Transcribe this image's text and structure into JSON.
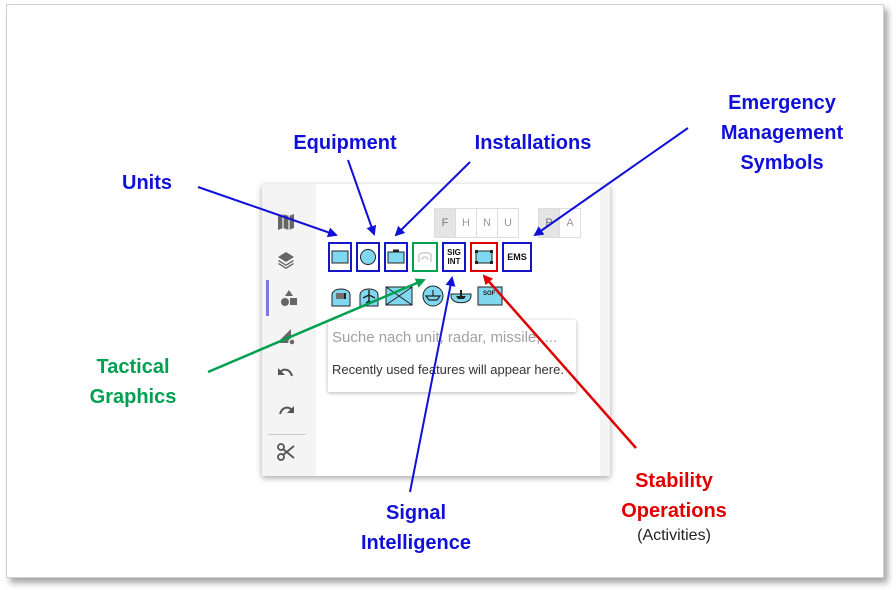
{
  "annotations": {
    "units": "Units",
    "equipment": "Equipment",
    "installations": "Installations",
    "ems_line1": "Emergency",
    "ems_line2": "Management",
    "ems_line3": "Symbols",
    "tactical_line1": "Tactical",
    "tactical_line2": "Graphics",
    "sigint_line1": "Signal",
    "sigint_line2": "Intelligence",
    "stability_line1": "Stability",
    "stability_line2": "Operations",
    "stability_sub": "(Activities)"
  },
  "colors": {
    "annotation_blue": "#1010d8",
    "annotation_green": "#00a050",
    "annotation_red": "#e00000",
    "symbol_fill": "#80d8f0"
  },
  "sidebar": {
    "items": [
      {
        "icon": "map-icon"
      },
      {
        "icon": "layers-icon"
      },
      {
        "icon": "shapes-icon",
        "active": true
      },
      {
        "icon": "draw-settings-icon"
      },
      {
        "icon": "undo-icon"
      },
      {
        "icon": "redo-icon"
      },
      {
        "icon": "scissors-icon"
      }
    ]
  },
  "affiliation": {
    "options": [
      "F",
      "H",
      "N",
      "U"
    ],
    "selected": "F"
  },
  "status": {
    "options": [
      "P",
      "A"
    ],
    "selected": "P"
  },
  "categories": {
    "sigint_label_1": "SIG",
    "sigint_label_2": "INT",
    "ems_label": "EMS"
  },
  "symbols": {
    "sof_label": "SOF"
  },
  "search": {
    "placeholder": "Suche nach unit, radar, missile, ...",
    "empty_hint": "Recently used features will appear here."
  }
}
